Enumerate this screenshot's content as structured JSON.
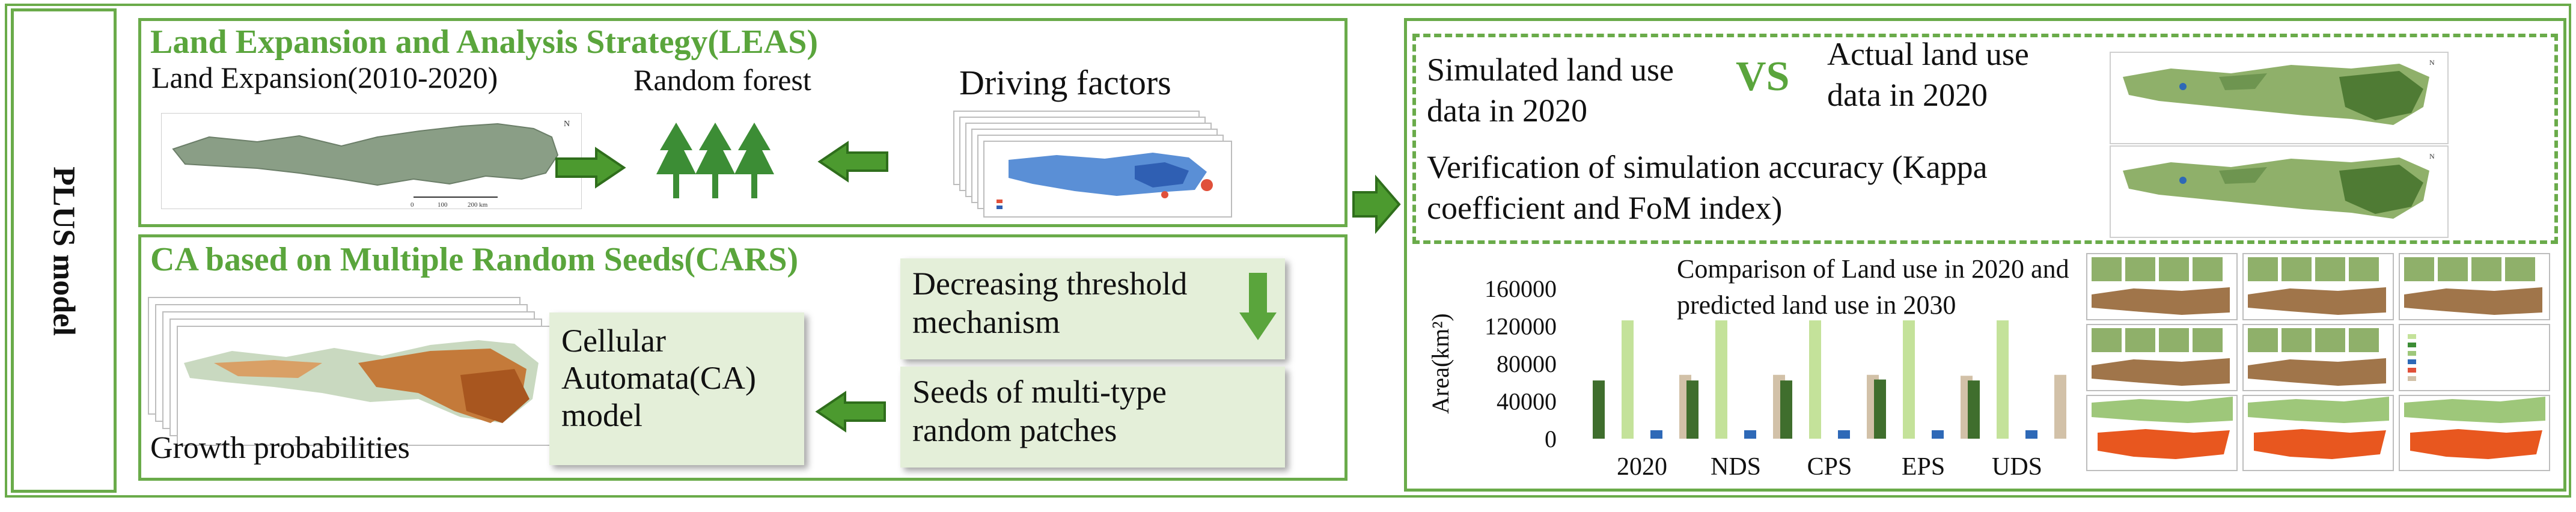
{
  "colors": {
    "accent_green": "#6aab4a",
    "title_green": "#5aa53c",
    "arrow_green": "#4c9a2f",
    "forest_green": "#3c8d35",
    "bar_dark": "#3f6e2d",
    "bar_light": "#c4e29a",
    "bar_blue": "#2e69b7",
    "bar_tan": "#d2c1a8"
  },
  "left_label": "PLUS model",
  "leas": {
    "title": "Land Expansion and Analysis Strategy(LEAS)",
    "land_expansion": "Land Expansion(2010-2020)",
    "random_forest": "Random forest",
    "driving_factors": "Driving factors"
  },
  "cars": {
    "title": "CA based on Multiple Random Seeds(CARS)",
    "growth": "Growth probabilities",
    "ca_model": "Cellular Automata(CA) model",
    "threshold": "Decreasing threshold mechanism",
    "seeds": "Seeds of multi-type random patches"
  },
  "verification": {
    "simulated": "Simulated land use data in 2020",
    "vs": "VS",
    "actual": "Actual land use data in 2020",
    "accuracy": "Verification of simulation accuracy (Kappa coefficient and FoM index)"
  },
  "chart_data": {
    "type": "bar",
    "title": "Comparison of Land use in 2020 and predicted land use in 2030",
    "ylabel": "Area(km²)",
    "categories": [
      "2020",
      "NDS",
      "CPS",
      "EPS",
      "UDS"
    ],
    "yticks": [
      "0",
      "40000",
      "80000",
      "120000",
      "160000"
    ],
    "ylim": [
      0,
      160000
    ],
    "series": [
      {
        "values": [
          62000,
          62000,
          62000,
          63000,
          62000
        ],
        "color": "#3f6e2d"
      },
      {
        "values": [
          126000,
          126000,
          126000,
          126000,
          126000
        ],
        "color": "#c4e29a"
      },
      {
        "values": [
          9000,
          9000,
          9000,
          9000,
          9000
        ],
        "color": "#2e69b7"
      },
      {
        "values": [
          68000,
          68000,
          68000,
          67000,
          68000
        ],
        "color": "#d2c1a8"
      }
    ],
    "grid": false
  }
}
